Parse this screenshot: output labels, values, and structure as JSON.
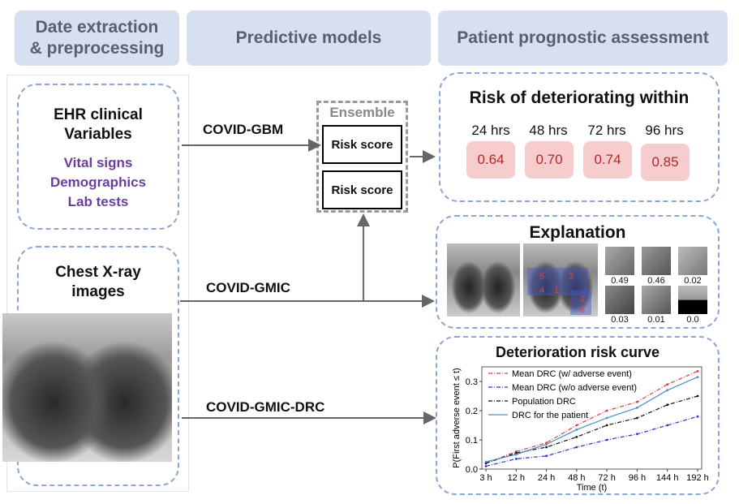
{
  "headers": {
    "left": "Date extraction\n& preprocessing",
    "middle": "Predictive models",
    "right": "Patient prognostic assessment"
  },
  "ehr": {
    "title_line1": "EHR clinical",
    "title_line2": "Variables",
    "items": [
      "Vital signs",
      "Demographics",
      "Lab tests"
    ]
  },
  "xray": {
    "title_line1": "Chest X-ray",
    "title_line2": "images"
  },
  "models": {
    "gbm": "COVID-GBM",
    "gmic": "COVID-GMIC",
    "drc": "COVID-GMIC-DRC"
  },
  "ensemble": {
    "label": "Ensemble",
    "score1": "Risk score",
    "score2": "Risk score"
  },
  "risk": {
    "title": "Risk of deteriorating within",
    "hours": [
      "24 hrs",
      "48 hrs",
      "72 hrs",
      "96 hrs"
    ],
    "values": [
      "0.64",
      "0.70",
      "0.74",
      "0.85"
    ]
  },
  "explanation": {
    "title": "Explanation",
    "patch_numbers": [
      "5",
      "1",
      "3",
      "4",
      "2",
      "6"
    ],
    "thumb_values": [
      "0.49",
      "0.46",
      "0.02",
      "0.03",
      "0.01",
      "0.0"
    ]
  },
  "chart_data": {
    "type": "line",
    "title": "Deterioration risk curve",
    "xlabel": "Time (t)",
    "ylabel": "P(First adverse event ≤ t)",
    "categories": [
      "3 h",
      "12 h",
      "24 h",
      "48 h",
      "72 h",
      "96 h",
      "144 h",
      "192 h"
    ],
    "yticks": [
      "0.0",
      "0.1",
      "0.2",
      "0.3"
    ],
    "ylim": [
      0,
      0.35
    ],
    "legend_position": "top-left",
    "series": [
      {
        "name": "Mean DRC (w/ adverse event)",
        "color": "#e03c3c",
        "dash": "dashdot",
        "values": [
          0.02,
          0.06,
          0.09,
          0.15,
          0.2,
          0.23,
          0.29,
          0.335
        ]
      },
      {
        "name": "Mean DRC (w/o adverse event)",
        "color": "#2f2fd6",
        "dash": "dashdot",
        "values": [
          0.01,
          0.035,
          0.045,
          0.075,
          0.1,
          0.12,
          0.15,
          0.18
        ]
      },
      {
        "name": "Population DRC",
        "color": "#111111",
        "dash": "dashdot",
        "values": [
          0.02,
          0.055,
          0.075,
          0.11,
          0.15,
          0.175,
          0.22,
          0.25
        ]
      },
      {
        "name": "DRC for the patient",
        "color": "#4a90c8",
        "dash": "solid",
        "values": [
          0.025,
          0.05,
          0.085,
          0.135,
          0.175,
          0.21,
          0.27,
          0.315
        ]
      }
    ]
  }
}
